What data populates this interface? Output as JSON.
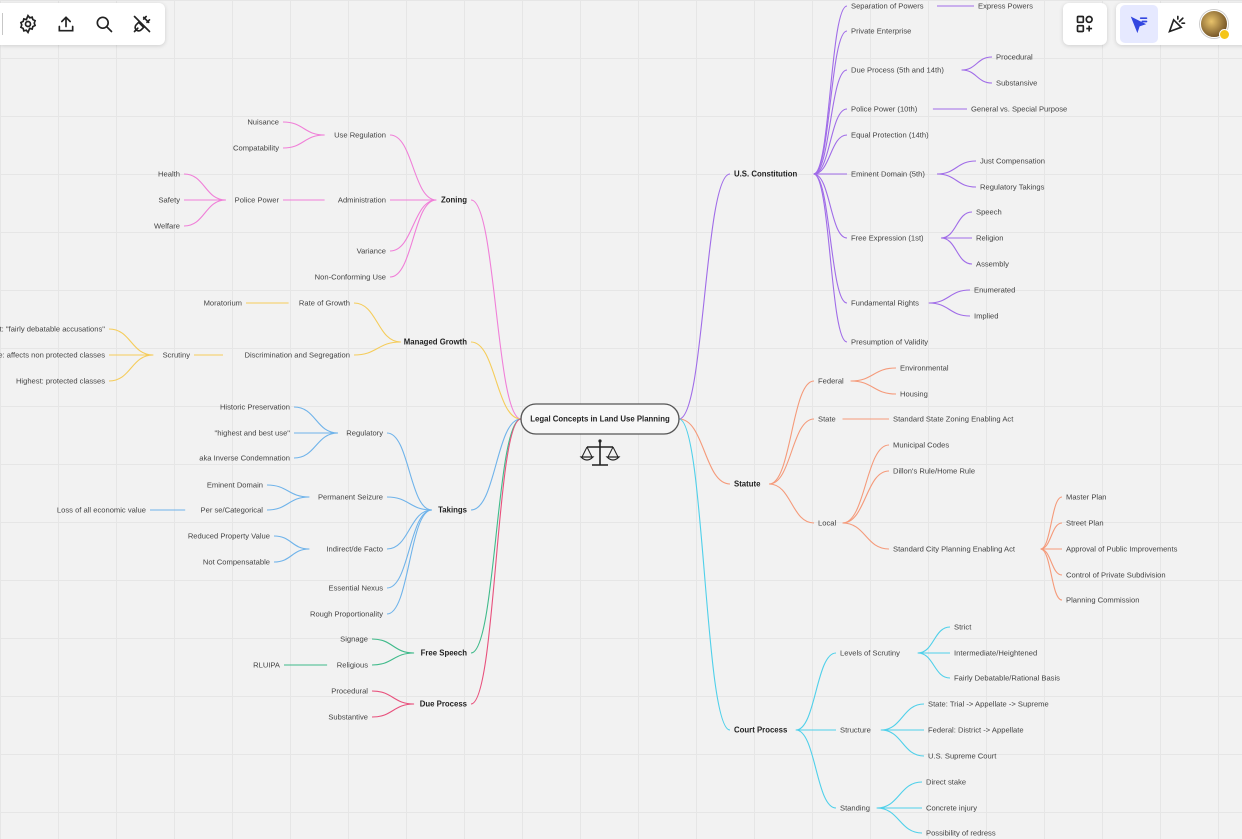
{
  "toolbar": {
    "left": [
      "settings-icon",
      "upload-icon",
      "search-icon",
      "plugin-icon"
    ],
    "shapes": "shapes-icon",
    "right": [
      "select-icon",
      "celebrate-icon"
    ]
  },
  "root": "Legal Concepts in Land Use Planning",
  "colors": {
    "purple": "#a06ce8",
    "orange": "#f59a7a",
    "cyan": "#4fd0ea",
    "pink": "#f07fd8",
    "yellow": "#f5cc5a",
    "blue": "#6fb3ea",
    "green": "#3fba8a",
    "red": "#e8507c"
  },
  "branches": [
    {
      "label": "U.S. Constitution",
      "color": "purple",
      "children": [
        {
          "label": "Separation of Powers",
          "children": [
            {
              "label": "Express Powers"
            }
          ]
        },
        {
          "label": "Private Enterprise"
        },
        {
          "label": "Due Process (5th and 14th)",
          "children": [
            {
              "label": "Procedural"
            },
            {
              "label": "Substansive"
            }
          ]
        },
        {
          "label": "Police Power (10th)",
          "children": [
            {
              "label": "General vs. Special Purpose"
            }
          ]
        },
        {
          "label": "Equal Protection (14th)"
        },
        {
          "label": "Eminent Domain (5th)",
          "children": [
            {
              "label": "Just Compensation"
            },
            {
              "label": "Regulatory Takings"
            }
          ]
        },
        {
          "label": "Free Expression (1st)",
          "children": [
            {
              "label": "Speech"
            },
            {
              "label": "Religion"
            },
            {
              "label": "Assembly"
            }
          ]
        },
        {
          "label": "Fundamental Rights",
          "children": [
            {
              "label": "Enumerated"
            },
            {
              "label": "Implied"
            }
          ]
        },
        {
          "label": "Presumption of Validity"
        }
      ]
    },
    {
      "label": "Statute",
      "color": "orange",
      "children": [
        {
          "label": "Federal",
          "children": [
            {
              "label": "Environmental"
            },
            {
              "label": "Housing"
            }
          ]
        },
        {
          "label": "State",
          "children": [
            {
              "label": "Standard State Zoning Enabling Act"
            }
          ]
        },
        {
          "label": "Local",
          "children": [
            {
              "label": "Municipal Codes"
            },
            {
              "label": "Dillon's Rule/Home Rule"
            },
            {
              "label": "Standard City Planning Enabling Act",
              "children": [
                {
                  "label": "Master Plan"
                },
                {
                  "label": "Street Plan"
                },
                {
                  "label": "Approval of Public Improvements"
                },
                {
                  "label": "Control of Private Subdivision"
                },
                {
                  "label": "Planning Commission"
                }
              ]
            }
          ]
        }
      ]
    },
    {
      "label": "Court Process",
      "color": "cyan",
      "children": [
        {
          "label": "Levels of Scrutiny",
          "children": [
            {
              "label": "Strict"
            },
            {
              "label": "Intermediate/Heightened"
            },
            {
              "label": "Fairly Debatable/Rational Basis"
            }
          ]
        },
        {
          "label": "Structure",
          "children": [
            {
              "label": "State: Trial -> Appellate -> Supreme"
            },
            {
              "label": "Federal: District -> Appellate"
            },
            {
              "label": "U.S. Supreme Court"
            }
          ]
        },
        {
          "label": "Standing",
          "children": [
            {
              "label": "Direct stake"
            },
            {
              "label": "Concrete injury"
            },
            {
              "label": "Possibility of redress"
            }
          ]
        }
      ]
    },
    {
      "label": "Zoning",
      "color": "pink",
      "children": [
        {
          "label": "Use Regulation",
          "children": [
            {
              "label": "Nuisance"
            },
            {
              "label": "Compatability"
            }
          ]
        },
        {
          "label": "Administration",
          "children": [
            {
              "label": "Police Power",
              "children": [
                {
                  "label": "Health"
                },
                {
                  "label": "Safety"
                },
                {
                  "label": "Welfare"
                }
              ]
            }
          ]
        },
        {
          "label": "Variance"
        },
        {
          "label": "Non-Conforming Use"
        }
      ]
    },
    {
      "label": "Managed Growth",
      "color": "yellow",
      "children": [
        {
          "label": "Rate of Growth",
          "children": [
            {
              "label": "Moratorium"
            }
          ]
        },
        {
          "label": "Discrimination and Segregation",
          "children": [
            {
              "label": "Scrutiny",
              "children": [
                {
                  "label": "Lowest: \"fairly debatable accusations\""
                },
                {
                  "label": "Intermediate: affects non protected classes"
                },
                {
                  "label": "Highest: protected classes"
                }
              ]
            }
          ]
        }
      ]
    },
    {
      "label": "Takings",
      "color": "blue",
      "children": [
        {
          "label": "Regulatory",
          "children": [
            {
              "label": "Historic Preservation"
            },
            {
              "label": "\"highest and best use\""
            },
            {
              "label": "aka Inverse Condemnation"
            }
          ]
        },
        {
          "label": "Permanent Seizure",
          "children": [
            {
              "label": "Eminent Domain"
            },
            {
              "label": "Per se/Categorical",
              "children": [
                {
                  "label": "Loss of all economic value"
                }
              ]
            }
          ]
        },
        {
          "label": "Indirect/de Facto",
          "children": [
            {
              "label": "Reduced Property Value"
            },
            {
              "label": "Not Compensatable"
            }
          ]
        },
        {
          "label": "Essential Nexus"
        },
        {
          "label": "Rough Proportionality"
        }
      ]
    },
    {
      "label": "Free Speech",
      "color": "green",
      "children": [
        {
          "label": "Signage"
        },
        {
          "label": "Religious",
          "children": [
            {
              "label": "RLUIPA"
            }
          ]
        }
      ]
    },
    {
      "label": "Due Process",
      "color": "red",
      "children": [
        {
          "label": "Procedural"
        },
        {
          "label": "Substantive"
        }
      ]
    }
  ]
}
